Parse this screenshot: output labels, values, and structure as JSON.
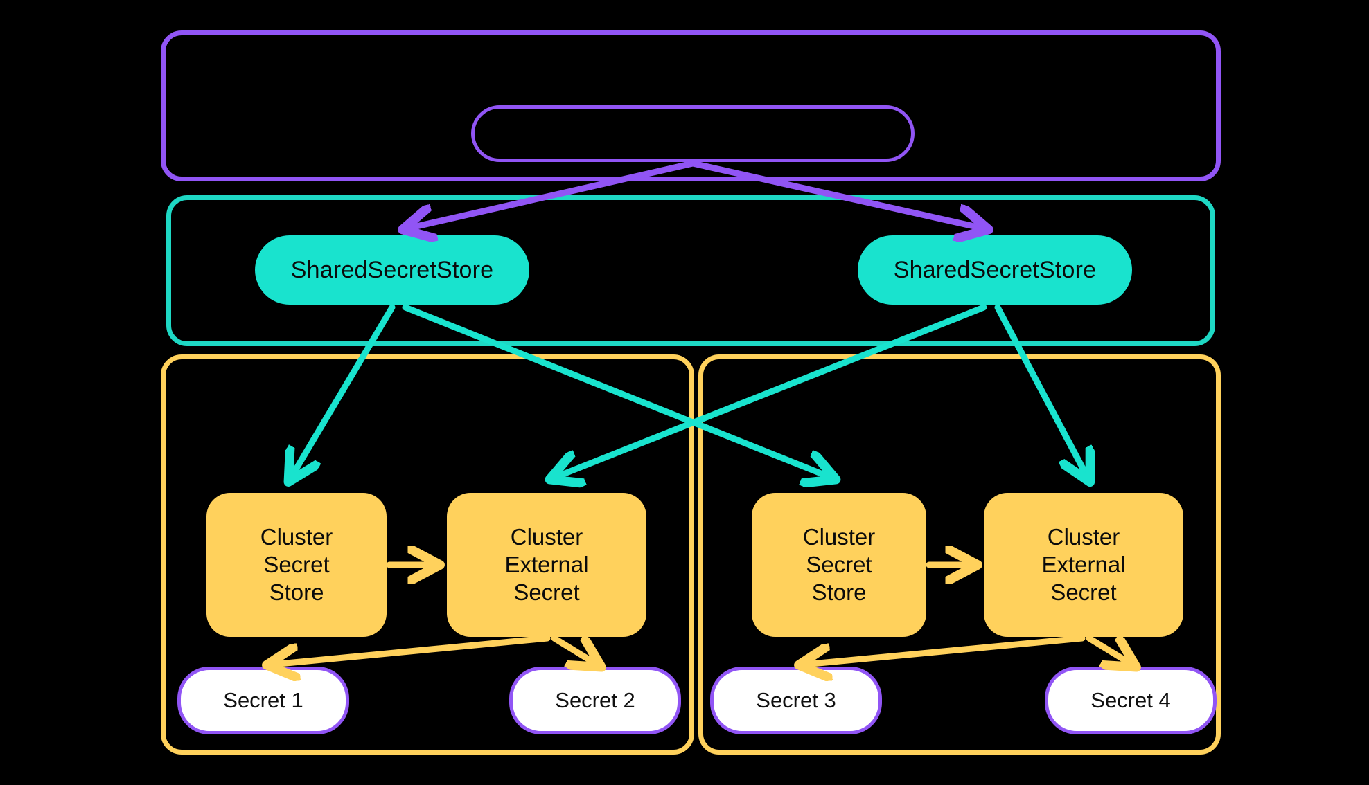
{
  "diagram": {
    "title": "External Secrets Operator multi-cluster secret distribution",
    "type": "architecture-diagram",
    "background_color": "#000000",
    "palette": {
      "purple": "#9155F5",
      "teal": "#19E3CE",
      "yellow": "#FFD15C",
      "white": "#FFFFFF",
      "text_dark": "#0B0B0B"
    }
  },
  "containers": {
    "outer_purple": {
      "label": "",
      "border_color": "#9155F5"
    },
    "teal_scope": {
      "label": "",
      "border_color": "#1ED8C4"
    },
    "cluster_left": {
      "label": "",
      "border_color": "#FFD15C"
    },
    "cluster_right": {
      "label": "",
      "border_color": "#FFD15C"
    }
  },
  "nodes": {
    "controller_pill": {
      "label": "",
      "shape": "rounded-pill-outline",
      "color": "#9155F5"
    },
    "shared_stores": [
      {
        "id": "shared-secret-store-left",
        "label": "SharedSecretStore",
        "fill": "#19E3CE"
      },
      {
        "id": "shared-secret-store-right",
        "label": "SharedSecretStore",
        "fill": "#19E3CE"
      }
    ],
    "cluster_left_nodes": [
      {
        "id": "cluster-secret-store-left",
        "label": "Cluster\nSecret\nStore",
        "fill": "#FFD15C"
      },
      {
        "id": "cluster-external-secret-left",
        "label": "Cluster\nExternal\nSecret",
        "fill": "#FFD15C"
      }
    ],
    "cluster_right_nodes": [
      {
        "id": "cluster-secret-store-right",
        "label": "Cluster\nSecret\nStore",
        "fill": "#FFD15C"
      },
      {
        "id": "cluster-external-secret-right",
        "label": "Cluster\nExternal\nSecret",
        "fill": "#FFD15C"
      }
    ],
    "secrets": [
      {
        "id": "secret-1",
        "label": "Secret 1",
        "fill": "#FFFFFF",
        "border": "#9155F5"
      },
      {
        "id": "secret-2",
        "label": "Secret 2",
        "fill": "#FFFFFF",
        "border": "#9155F5"
      },
      {
        "id": "secret-3",
        "label": "Secret 3",
        "fill": "#FFFFFF",
        "border": "#9155F5"
      },
      {
        "id": "secret-4",
        "label": "Secret 4",
        "fill": "#FFFFFF",
        "border": "#9155F5"
      }
    ]
  },
  "edges": [
    {
      "from": "controller_pill",
      "to": "shared-secret-store-left",
      "color": "#9155F5",
      "style": "arrow"
    },
    {
      "from": "controller_pill",
      "to": "shared-secret-store-right",
      "color": "#9155F5",
      "style": "arrow"
    },
    {
      "from": "shared-secret-store-left",
      "to": "cluster-secret-store-left",
      "color": "#19E3CE",
      "style": "arrow"
    },
    {
      "from": "shared-secret-store-left",
      "to": "cluster-secret-store-right",
      "color": "#19E3CE",
      "style": "arrow"
    },
    {
      "from": "shared-secret-store-right",
      "to": "cluster-external-secret-left",
      "color": "#19E3CE",
      "style": "arrow"
    },
    {
      "from": "shared-secret-store-right",
      "to": "cluster-external-secret-right",
      "color": "#19E3CE",
      "style": "arrow"
    },
    {
      "from": "cluster-secret-store-left",
      "to": "cluster-external-secret-left",
      "color": "#FFD15C",
      "style": "arrow"
    },
    {
      "from": "cluster-secret-store-right",
      "to": "cluster-external-secret-right",
      "color": "#FFD15C",
      "style": "arrow"
    },
    {
      "from": "cluster-external-secret-left",
      "to": "secret-1",
      "color": "#FFD15C",
      "style": "arrow"
    },
    {
      "from": "cluster-external-secret-left",
      "to": "secret-2",
      "color": "#FFD15C",
      "style": "arrow"
    },
    {
      "from": "cluster-external-secret-right",
      "to": "secret-3",
      "color": "#FFD15C",
      "style": "arrow"
    },
    {
      "from": "cluster-external-secret-right",
      "to": "secret-4",
      "color": "#FFD15C",
      "style": "arrow"
    }
  ]
}
